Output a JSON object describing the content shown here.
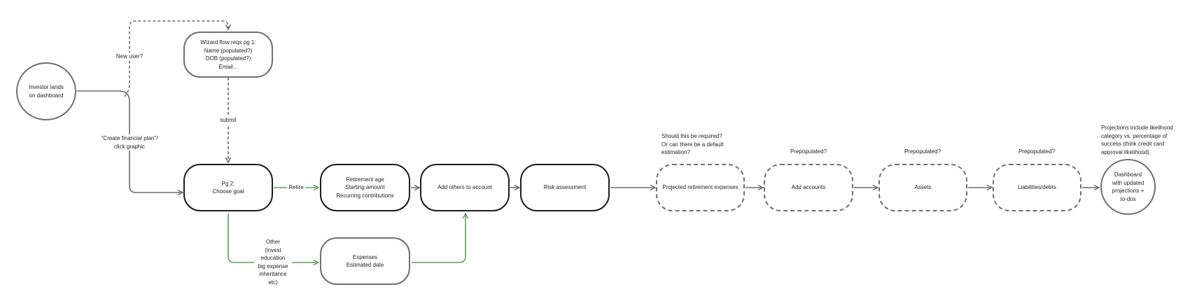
{
  "nodes": {
    "investor_lands": "Investor lands\non dashboard",
    "wizard_pg1": "Wizard flow reqs pg 1:\nName (populated?)\nDOB (populated?)\nEmail...",
    "pg2_choose_goal": "Pg 2:\nChoose goal",
    "retirement": "Retirement age\nStarting amount\nRecurring contributions",
    "add_others": "Add others to account",
    "risk_assessment": "Risk assessment",
    "expenses": "Expenses\nEstimated date",
    "projected_expenses": "Projected retirement expenses",
    "add_accounts": "Add accounts",
    "assets": "Assets",
    "liabilities": "Liabilities/debts",
    "dashboard_updated": "Dashboard\nwith updated\nprojections +\nto-dos"
  },
  "edge_labels": {
    "new_user": "New user?",
    "submit": "submit",
    "create_plan": "\"Create financial plan\"/\nclick graphic",
    "retire": "Retire",
    "other": "Other\n(invest\neducation\nbig expense\ninheritance\netc)"
  },
  "notes": {
    "should_required": "Should this be required?\nOr can there be a default\nestimation?",
    "prepop_accounts": "Prepopulated?",
    "prepop_assets": "Prepopulated?",
    "prepop_liabilities": "Prepopulated?",
    "projections": "Projections include likelihood\ncategory vs. percentage of\nsuccess (think credit card\napproval likelihood)"
  },
  "colors": {
    "node_border_dark": "#1d1d1d",
    "node_border_grey": "#707070",
    "edge_grey": "#6b6b6b",
    "edge_green": "#5aa25a"
  }
}
